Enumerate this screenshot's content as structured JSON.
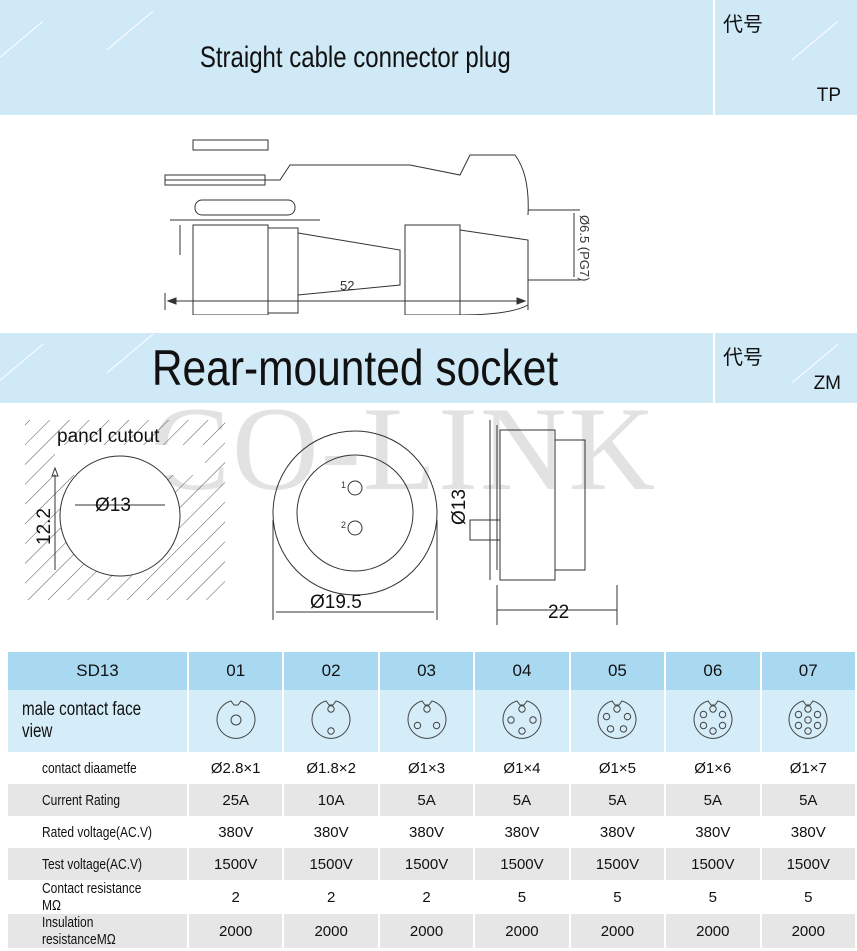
{
  "plug": {
    "title": "Straight cable connector plug",
    "code_label": "代号",
    "code": "TP",
    "dim_length": "52",
    "dim_cable": "Ø6.5 (PG7)"
  },
  "socket": {
    "title": "Rear-mounted socket",
    "code_label": "代号",
    "code": "ZM",
    "cutout_label": "pancl cutout",
    "dim_cutout_d": "Ø13",
    "dim_cutout_h": "12.2",
    "dim_face": "Ø19.5",
    "pin1": "1",
    "pin2": "2",
    "dim_thread": "Ø13",
    "dim_depth": "22"
  },
  "watermark": "CO-LINK",
  "table": {
    "header": [
      "SD13",
      "01",
      "02",
      "03",
      "04",
      "05",
      "06",
      "07"
    ],
    "face_label": "male contact face view",
    "pins": [
      1,
      2,
      3,
      4,
      5,
      6,
      7
    ],
    "rows": [
      {
        "label": "contact diaametfe",
        "values": [
          "Ø2.8×1",
          "Ø1.8×2",
          "Ø1×3",
          "Ø1×4",
          "Ø1×5",
          "Ø1×6",
          "Ø1×7"
        ]
      },
      {
        "label": "Current Rating",
        "values": [
          "25A",
          "10A",
          "5A",
          "5A",
          "5A",
          "5A",
          "5A"
        ]
      },
      {
        "label": "Rated voltage(AC.V)",
        "values": [
          "380V",
          "380V",
          "380V",
          "380V",
          "380V",
          "380V",
          "380V"
        ]
      },
      {
        "label": "Test voltage(AC.V)",
        "values": [
          "1500V",
          "1500V",
          "1500V",
          "1500V",
          "1500V",
          "1500V",
          "1500V"
        ]
      },
      {
        "label": "Contact resistance MΩ",
        "values": [
          "2",
          "2",
          "2",
          "5",
          "5",
          "5",
          "5"
        ]
      },
      {
        "label": "Insulation resistanceMΩ",
        "values": [
          "2000",
          "2000",
          "2000",
          "2000",
          "2000",
          "2000",
          "2000"
        ]
      }
    ]
  }
}
